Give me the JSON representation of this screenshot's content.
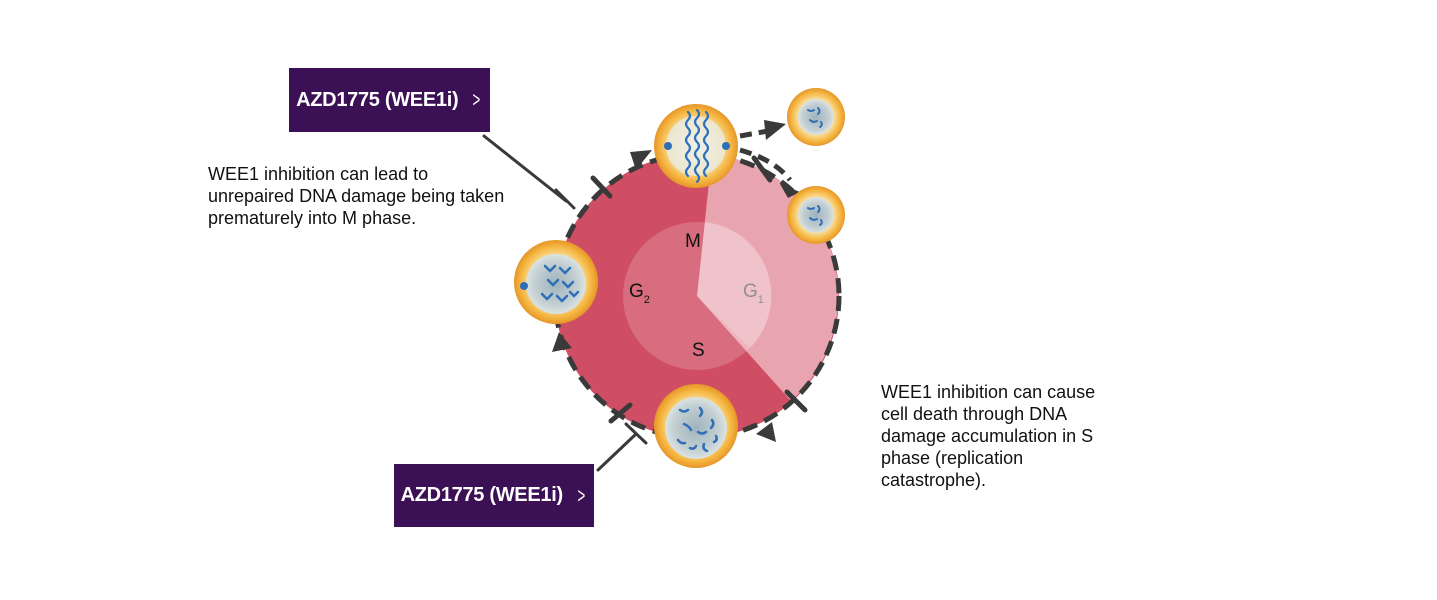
{
  "buttons": {
    "top": {
      "label": "AZD1775 (WEE1i)",
      "chevron": "chevron-right-icon"
    },
    "bottom": {
      "label": "AZD1775 (WEE1i)",
      "chevron": "chevron-right-icon"
    }
  },
  "annotations": {
    "m_phase": "WEE1 inhibition can lead to unrepaired DNA damage being taken prematurely into M phase.",
    "s_phase": "WEE1 inhibition can cause cell death through DNA damage accumulation in S phase (replication catastrophe)."
  },
  "phases": {
    "m": "M",
    "g2_main": "G",
    "g2_sub": "2",
    "g1_main": "G",
    "g1_sub": "1",
    "s": "S"
  },
  "colors": {
    "button_bg": "#3b1054",
    "cycle_red": "#cf4e63",
    "g1_pink": "#e8a3ad",
    "arrow_dark": "#3a3a3a",
    "cell_orange": "#f3b23e",
    "dna_blue": "#2f6fb8"
  }
}
